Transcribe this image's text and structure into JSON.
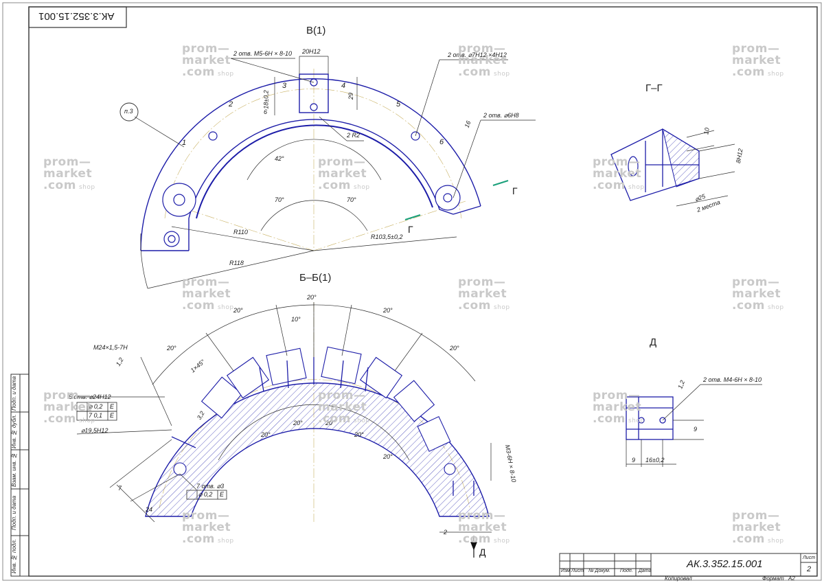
{
  "document": {
    "code_upside": "АК.3.352.15.001",
    "code": "АК.3.352.15.001",
    "sheet_label": "Лист",
    "sheet_number": "2",
    "copied_label": "Копировал",
    "format_label": "Формат",
    "format_value": "А2"
  },
  "title_block_headers": [
    "Изм",
    "Лист",
    "№ Докум.",
    "Подп.",
    "Дата"
  ],
  "side_stamp": [
    "Подп. и дата",
    "Инв. № дубл.",
    "Взам. инв. №",
    "Подп. и дата",
    "Инв. № подл."
  ],
  "views": {
    "v_title": "В(1)",
    "bb_title": "Б–Б(1)",
    "gg_title": "Г–Г",
    "d_title": "Д"
  },
  "callouts": {
    "pos_number": "п.3",
    "holes_m5": "2 отв. M5-6H × 8-10",
    "width_20": "20H12",
    "holes_7": "2 отв. ⌀7H12 ×4H12",
    "hole_6": "2 отв. ⌀6H8",
    "r2": "2 R2",
    "r110": "R110",
    "r103": "R103,5±0,2",
    "r118": "R118",
    "ang42": "42°",
    "ang70a": "70°",
    "ang70b": "70°",
    "dim18": "18±0,2",
    "dim29": "29",
    "dim16": "16",
    "dim6": "6",
    "pos1": "1",
    "pos2": "2",
    "pos3": "3",
    "pos4": "4",
    "pos5": "5",
    "pos6": "6",
    "section_g": "Г",
    "m24": "M24×1,5-7H",
    "holes_24": "6 отв. ⌀24H12",
    "tol1": "⌀ 0,2",
    "tol1_base": "E",
    "tol2": "7 0,1",
    "tol2_base": "E",
    "d19": "⌀19,5H12",
    "holes_3": "7 отв. ⌀3",
    "tol3": "⌀ 0,2",
    "tol3_base": "E",
    "chamfer": "1×45°",
    "m3": "M3-6H × 8-10",
    "dim7": "7",
    "dim24": "24",
    "dim32": "3,2",
    "dim12": "1,2",
    "dim2": "2",
    "d_arrow": "Д",
    "angles": [
      "20°",
      "20°",
      "10°",
      "20°",
      "20°",
      "20°",
      "20°",
      "20°",
      "20°",
      "20°",
      "20°"
    ],
    "gg_10": "10",
    "gg_8": "8H12",
    "gg_25": "⌀25",
    "gg_2": "2 места",
    "d_holes": "2 отв. M4-6H × 8-10",
    "d_12": "1,2",
    "d_9a": "9",
    "d_9b": "9",
    "d_16": "16±0,2"
  },
  "watermark": {
    "line1": "prom—",
    "line2": "market",
    "line3": ".com",
    "shop": "shop"
  },
  "colors": {
    "part": "#1c1ca8",
    "dim": "#2a2a2a",
    "center": "#c8b060",
    "watermark": "#c9c9c9",
    "section": "#1aa07a"
  }
}
